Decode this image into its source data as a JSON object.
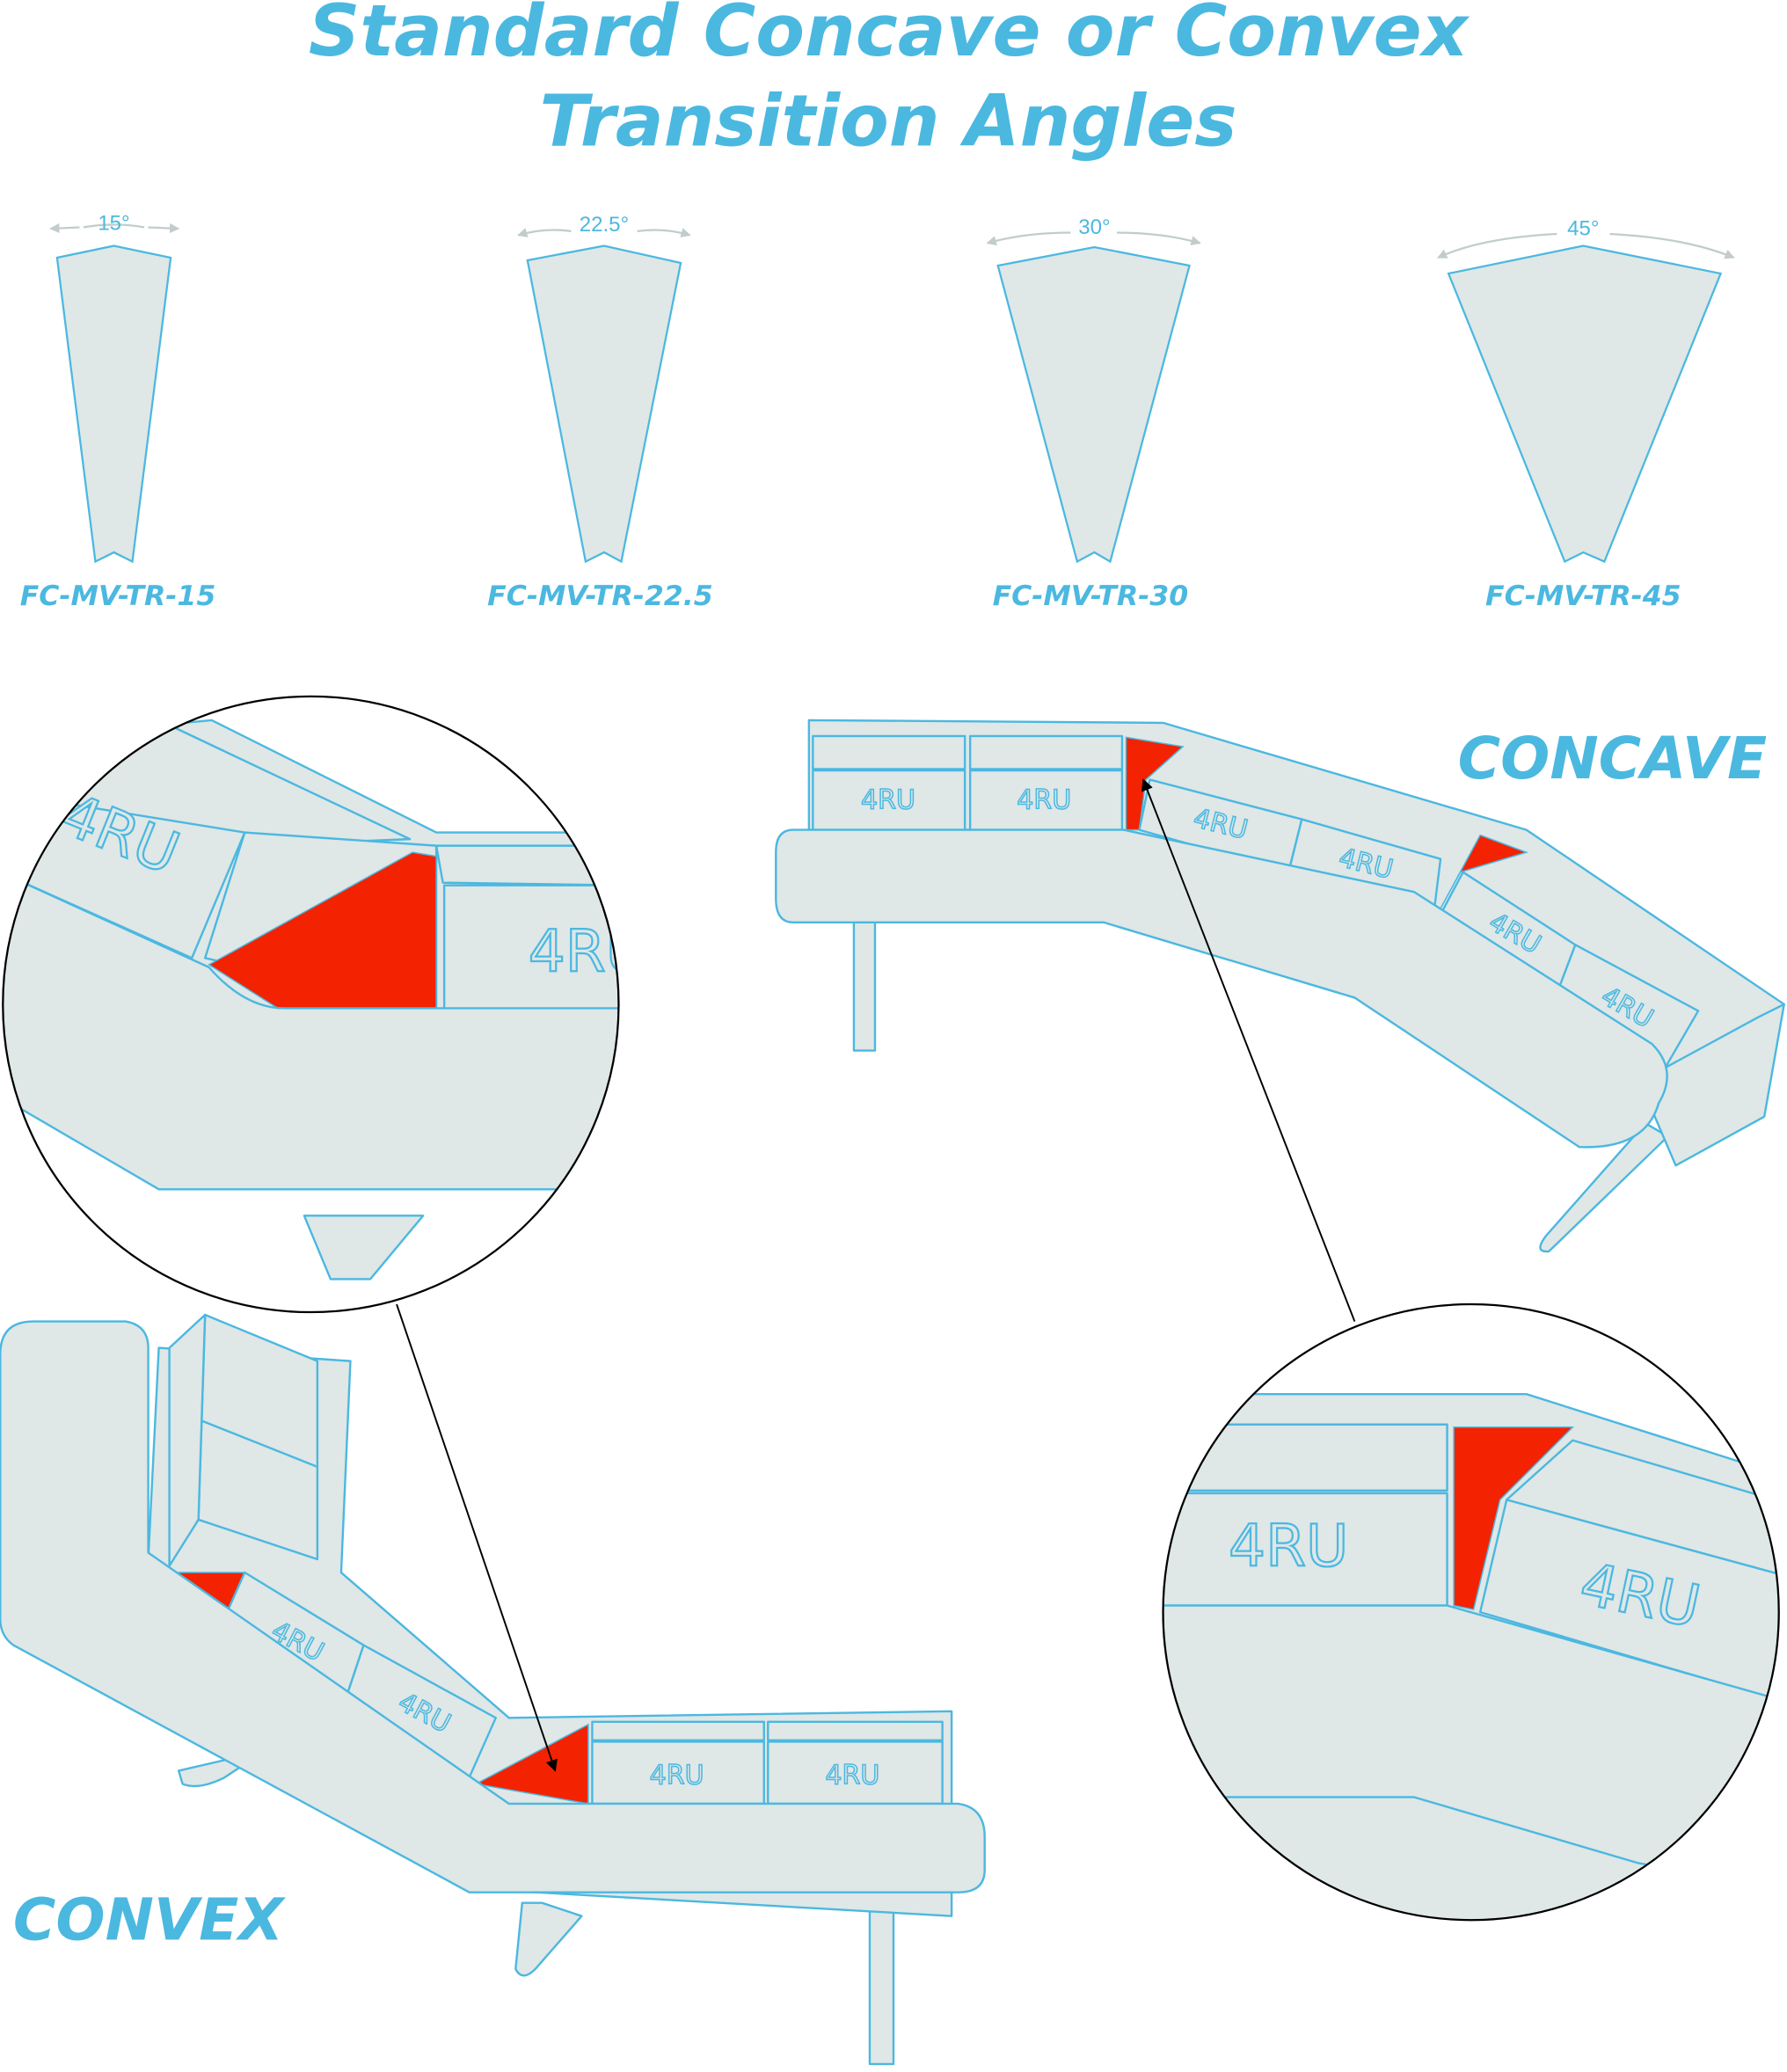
{
  "title": {
    "line1": "Standard Concave or Convex",
    "line2": "Transition Angles"
  },
  "wedges": [
    {
      "angle": "15°",
      "part": "FC-MV-TR-15"
    },
    {
      "angle": "22.5°",
      "part": "FC-MV-TR-22.5"
    },
    {
      "angle": "30°",
      "part": "FC-MV-TR-30"
    },
    {
      "angle": "45°",
      "part": "FC-MV-TR-45"
    }
  ],
  "labels": {
    "concave": "CONCAVE",
    "convex": "CONVEX"
  },
  "module_label": "4RU",
  "colors": {
    "accent": "#4bb8e0",
    "fill": "#dfe7e7",
    "highlight": "#f32200"
  }
}
